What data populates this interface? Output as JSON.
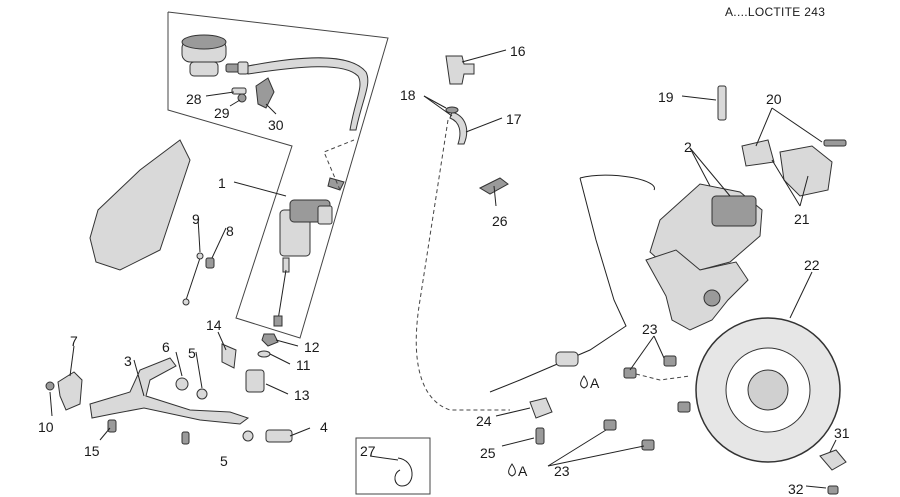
{
  "legend_text": "A....LOCTITE 243",
  "callouts": {
    "n1": "1",
    "n2": "2",
    "n3": "3",
    "n4": "4",
    "n5a": "5",
    "n5b": "5",
    "n6": "6",
    "n7": "7",
    "n8": "8",
    "n9": "9",
    "n10": "10",
    "n11": "11",
    "n12": "12",
    "n13": "13",
    "n14": "14",
    "n15": "15",
    "n16": "16",
    "n17": "17",
    "n18": "18",
    "n19": "19",
    "n20": "20",
    "n21": "21",
    "n22": "22",
    "n23a": "23",
    "n23b": "23",
    "n24": "24",
    "n25": "25",
    "n26": "26",
    "n27": "27",
    "n28": "28",
    "n29": "29",
    "n30": "30",
    "n31": "31",
    "n32": "32"
  },
  "loctite_marks": {
    "m1": "A",
    "m2": "A"
  },
  "colors": {
    "ink": "#1a1a1a",
    "part_fill": "#d9d9d9",
    "part_dark": "#9a9a9a"
  }
}
